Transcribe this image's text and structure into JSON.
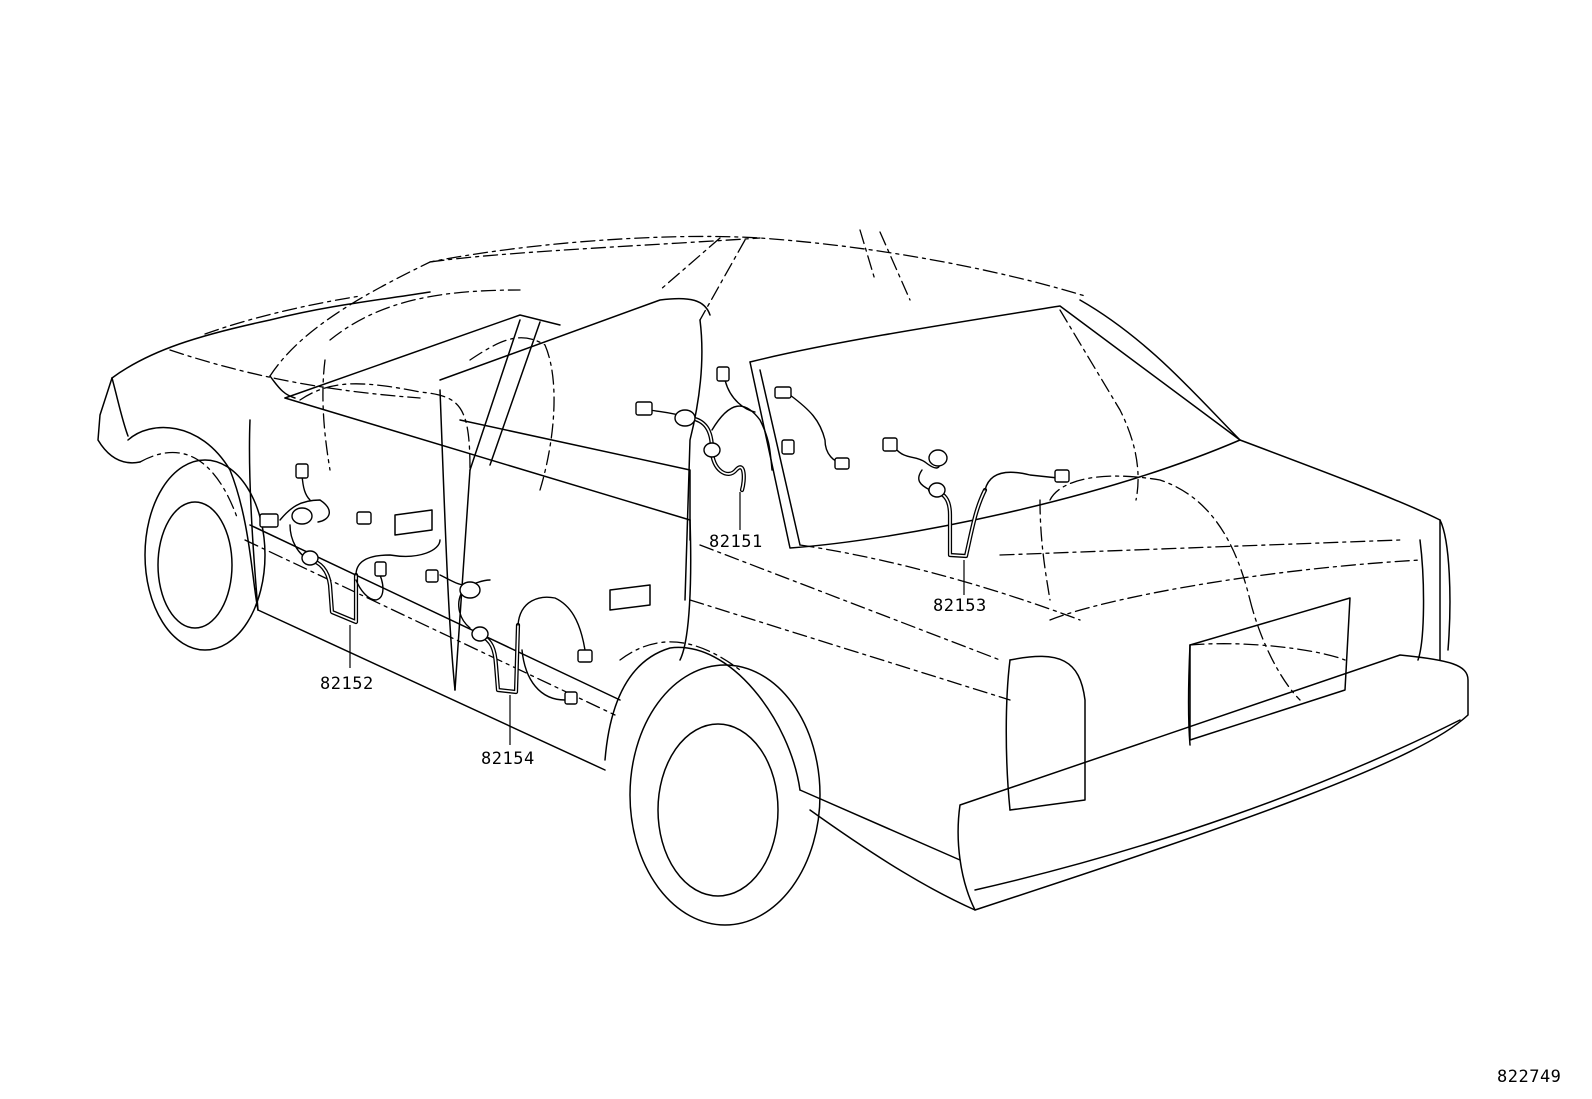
{
  "diagram": {
    "callouts": [
      {
        "id": "82151",
        "label": "82151"
      },
      {
        "id": "82152",
        "label": "82152"
      },
      {
        "id": "82153",
        "label": "82153"
      },
      {
        "id": "82154",
        "label": "82154"
      }
    ],
    "figure_number": "822749"
  }
}
